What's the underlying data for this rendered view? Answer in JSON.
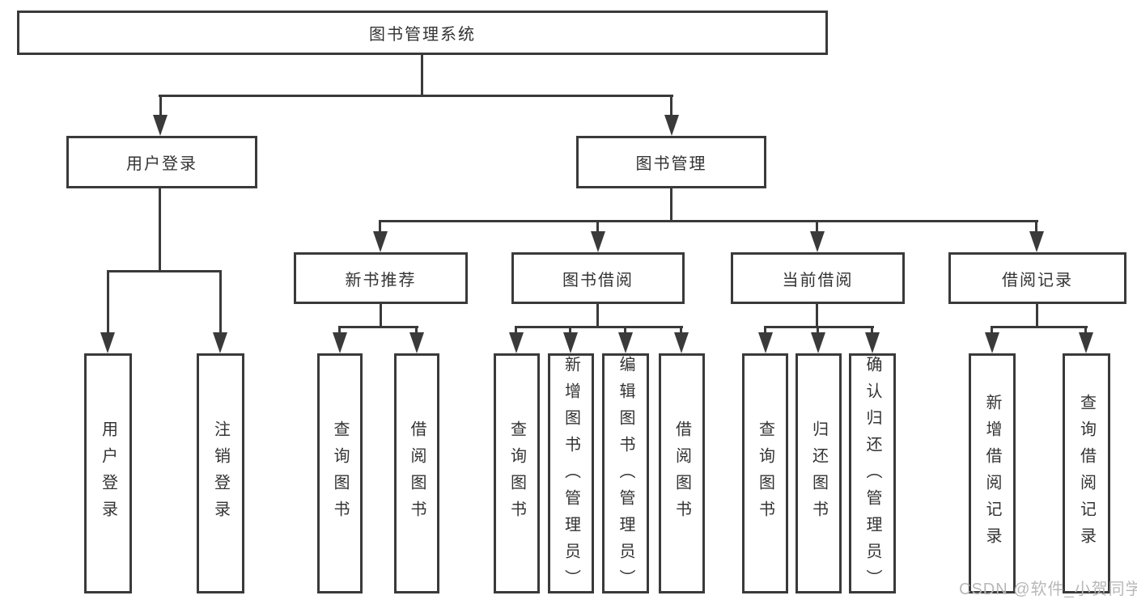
{
  "diagram": {
    "root": "图书管理系统",
    "level2": [
      "用户登录",
      "图书管理"
    ],
    "level3": [
      "新书推荐",
      "图书借阅",
      "当前借阅",
      "借阅记录"
    ],
    "groups": {
      "user_login_children": [
        "用户登录",
        "注销登录"
      ],
      "new_book_children": [
        "查询图书",
        "借阅图书"
      ],
      "book_borrow_children": [
        "查询图书",
        "新增图书（管理员）",
        "编辑图书（管理员）",
        "借阅图书"
      ],
      "current_borrow_children": [
        "查询图书",
        "归还图书",
        "确认归还（管理员）"
      ],
      "records_children": [
        "新增借阅记录",
        "查询借阅记录"
      ]
    },
    "watermark": "CSDN @软件_小贺同学",
    "colors": {
      "line": "#3a3a3a",
      "text": "#333333",
      "watermark": "#b8b8b8",
      "background": "#ffffff"
    }
  }
}
